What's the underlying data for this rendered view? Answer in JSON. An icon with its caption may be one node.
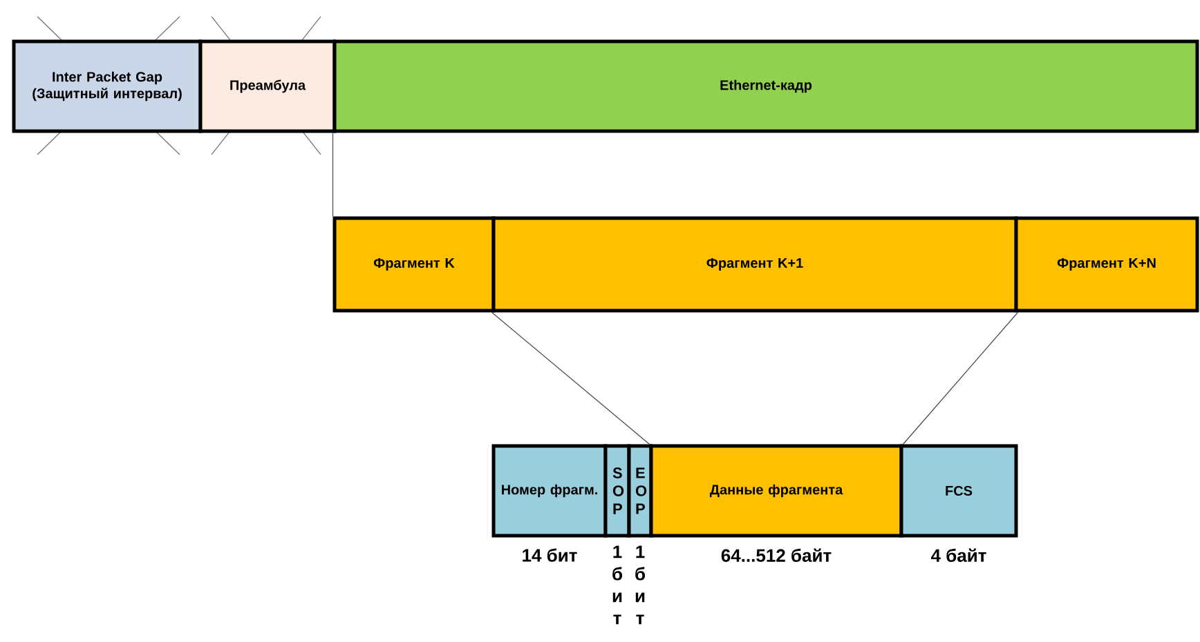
{
  "diagram": {
    "nodes": [
      {
        "text": [
          "Inter Packet Gap (Защитный интервал)"
        ]
      },
      {
        "text": [
          "Преамбула"
        ]
      },
      {
        "text": [
          "Ethernet-кадр"
        ]
      },
      {
        "text": [
          "Фрагмент K"
        ]
      },
      {
        "text": [
          "Фрагмент K+1"
        ]
      },
      {
        "text": [
          "Фрагмент K+N"
        ]
      },
      {
        "text": [
          "Номер фрагм."
        ],
        "beside": [
          "14 бит"
        ]
      },
      {
        "text": [
          "SOP"
        ],
        "beside": [
          "1 бит"
        ]
      },
      {
        "text": [
          "EOP"
        ],
        "beside": [
          "1 бит"
        ]
      },
      {
        "text": [
          "Данные фрагмента"
        ],
        "beside": [
          "64...512 байт"
        ]
      },
      {
        "text": [
          "FCS"
        ],
        "beside": [
          "4 байт"
        ]
      }
    ],
    "edges": [
      {
        "from": 2,
        "to": 3,
        "arrow": "none"
      },
      {
        "from": 4,
        "to": 9,
        "arrow": "none"
      },
      {
        "from": 4,
        "to": 9,
        "arrow": "none"
      }
    ]
  }
}
